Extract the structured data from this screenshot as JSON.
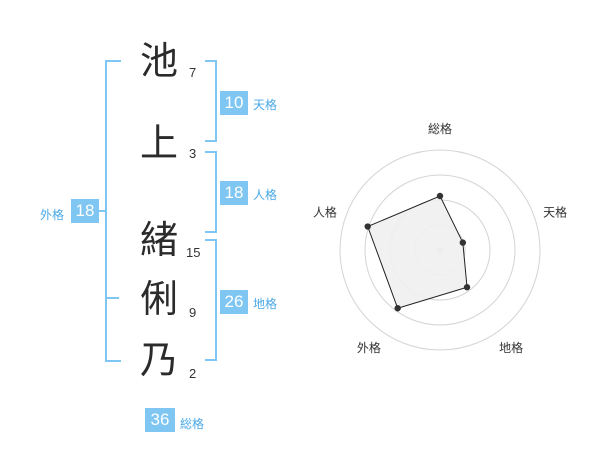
{
  "name": {
    "chars": [
      {
        "char": "池",
        "strokes": "7"
      },
      {
        "char": "上",
        "strokes": "3"
      },
      {
        "char": "緒",
        "strokes": "15"
      },
      {
        "char": "俐",
        "strokes": "9"
      },
      {
        "char": "乃",
        "strokes": "2"
      }
    ]
  },
  "kaku": {
    "tenkaku": {
      "value": "10",
      "label": "天格"
    },
    "jinkaku": {
      "value": "18",
      "label": "人格"
    },
    "chikaku": {
      "value": "26",
      "label": "地格"
    },
    "gaikaku": {
      "value": "18",
      "label": "外格"
    },
    "soukaku": {
      "value": "36",
      "label": "総格"
    }
  },
  "chart_data": {
    "type": "radar",
    "axes": [
      "総格",
      "天格",
      "地格",
      "外格",
      "人格"
    ],
    "values": [
      2.7,
      1.2,
      2.3,
      3.6,
      3.8
    ],
    "max": 5,
    "rings": 4,
    "colors": {
      "ring": "#d4d4d4",
      "fill": "#efefef",
      "line": "#222222",
      "dot": "#333333",
      "center": "#c8c8c8"
    }
  }
}
